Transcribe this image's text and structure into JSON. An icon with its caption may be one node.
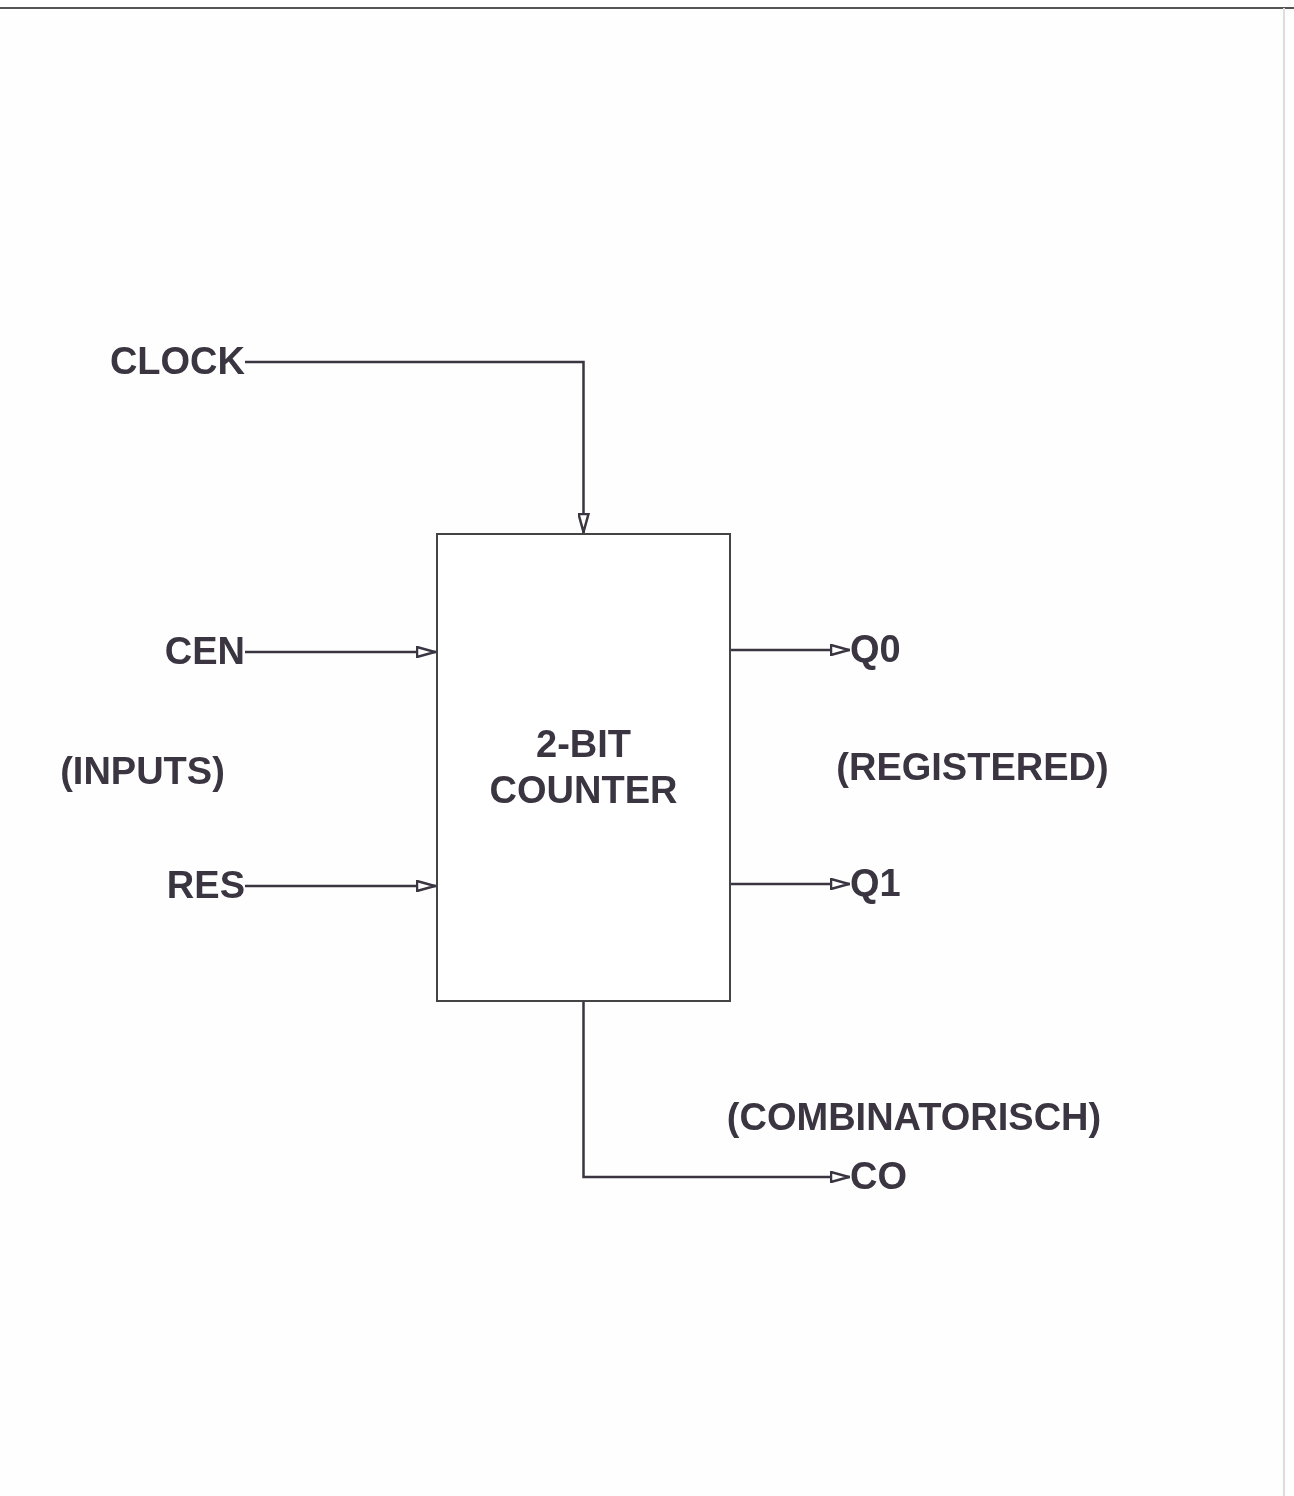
{
  "diagram": {
    "nodes": [
      {
        "text": [
          "CLOCK"
        ]
      },
      {
        "text": [
          "CEN"
        ]
      },
      {
        "text": [
          "RES"
        ]
      },
      {
        "text": [
          "2-BIT COUNTER"
        ]
      },
      {
        "text": [
          "Q0"
        ]
      },
      {
        "text": [
          "Q1"
        ]
      },
      {
        "text": [
          "CO"
        ]
      }
    ],
    "edges": [
      {
        "from": 0,
        "to": 3,
        "arrow": "to"
      },
      {
        "from": 1,
        "to": 3,
        "arrow": "to"
      },
      {
        "from": 2,
        "to": 3,
        "arrow": "to"
      },
      {
        "from": 3,
        "to": 4,
        "arrow": "to"
      },
      {
        "from": 3,
        "to": 5,
        "arrow": "to"
      },
      {
        "from": 3,
        "to": 6,
        "arrow": "to"
      }
    ],
    "labels": [
      "(INPUTS)",
      "(REGISTERED)",
      "(COMBINATORISCH)"
    ]
  }
}
